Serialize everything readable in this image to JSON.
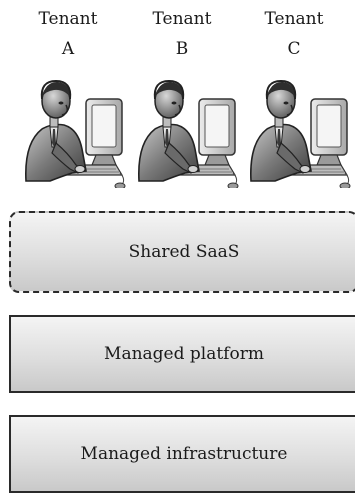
{
  "tenants": [
    {
      "line1": "Tenant",
      "line2": "A"
    },
    {
      "line1": "Tenant",
      "line2": "B"
    },
    {
      "line1": "Tenant",
      "line2": "C"
    }
  ],
  "figure_icon": "person-at-computer-icon",
  "layers": {
    "saas": "Shared SaaS",
    "platform": "Managed platform",
    "infrastructure": "Managed infrastructure"
  }
}
